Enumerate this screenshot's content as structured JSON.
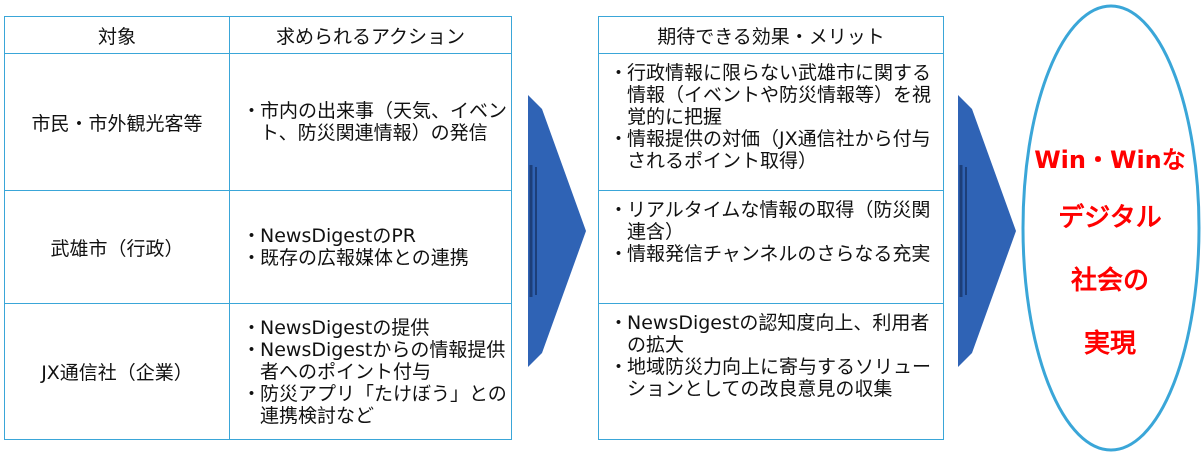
{
  "table": {
    "header_target": "対象",
    "header_action": "求められるアクション",
    "rows": [
      {
        "target": "市民・市外観光客等",
        "actions": [
          "市内の出来事（天気、イベント、防災関連情報）の発信"
        ]
      },
      {
        "target": "武雄市（行政）",
        "actions": [
          "NewsDigestのPR",
          "既存の広報媒体との連携"
        ]
      },
      {
        "target": "JX通信社（企業）",
        "actions": [
          "NewsDigestの提供",
          "NewsDigestからの情報提供者へのポイント付与",
          "防災アプリ「たけぼう」との連携検討など"
        ]
      }
    ]
  },
  "effects": {
    "header": "期待できる効果・メリット",
    "rows": [
      [
        "行政情報に限らない武雄市に関する情報（イベントや防災情報等）を視覚的に把握",
        "情報提供の対価（JX通信社から付与されるポイント取得）"
      ],
      [
        "リアルタイムな情報の取得（防災関連含）",
        "情報発信チャンネルのさらなる充実"
      ],
      [
        "NewsDigestの認知度向上、利用者の拡大",
        "地域防災力向上に寄与するソリューションとしての改良意見の収集"
      ]
    ]
  },
  "goal": {
    "line1": "Win・Winな",
    "line2": "デジタル",
    "line3": "社会の",
    "line4": "実現"
  },
  "colors": {
    "border": "#3aa6d8",
    "arrow": "#2f63b5",
    "goal_text": "#ff0000",
    "ellipse": "#3aa6d8"
  }
}
